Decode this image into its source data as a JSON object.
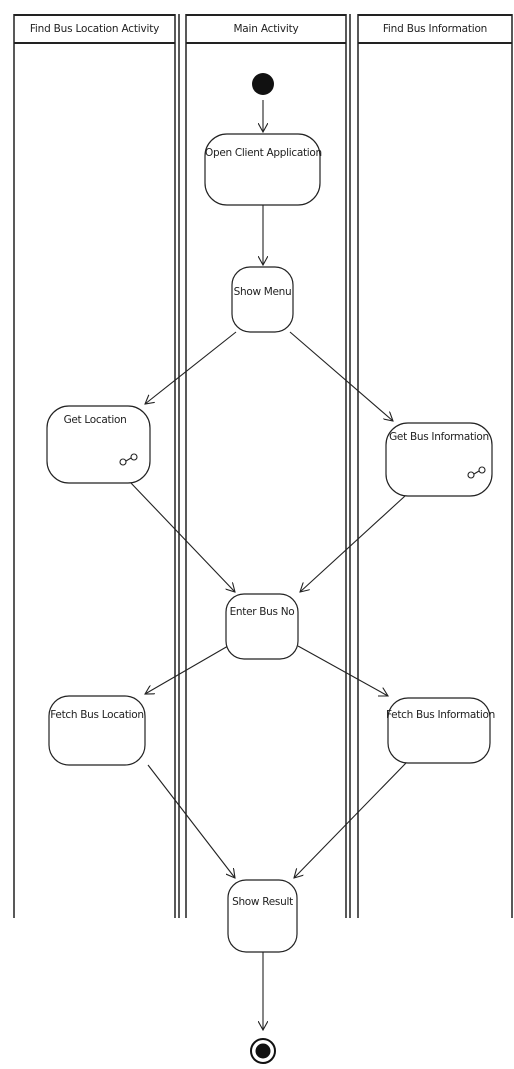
{
  "lanes": [
    {
      "title": "Find Bus Location Activity"
    },
    {
      "title": "Main Activity"
    },
    {
      "title": "Find Bus Information"
    }
  ],
  "nodes": {
    "open_client": "Open Client Application",
    "show_menu": "Show Menu",
    "get_location": "Get Location",
    "get_bus_info": "Get Bus Information",
    "enter_bus_no": "Enter Bus No",
    "fetch_bus_location": "Fetch Bus Location",
    "fetch_bus_info": "Fetch Bus Information",
    "show_result": "Show Result"
  },
  "colors": {
    "line": "#222222",
    "node_fill": "#ffffff"
  }
}
